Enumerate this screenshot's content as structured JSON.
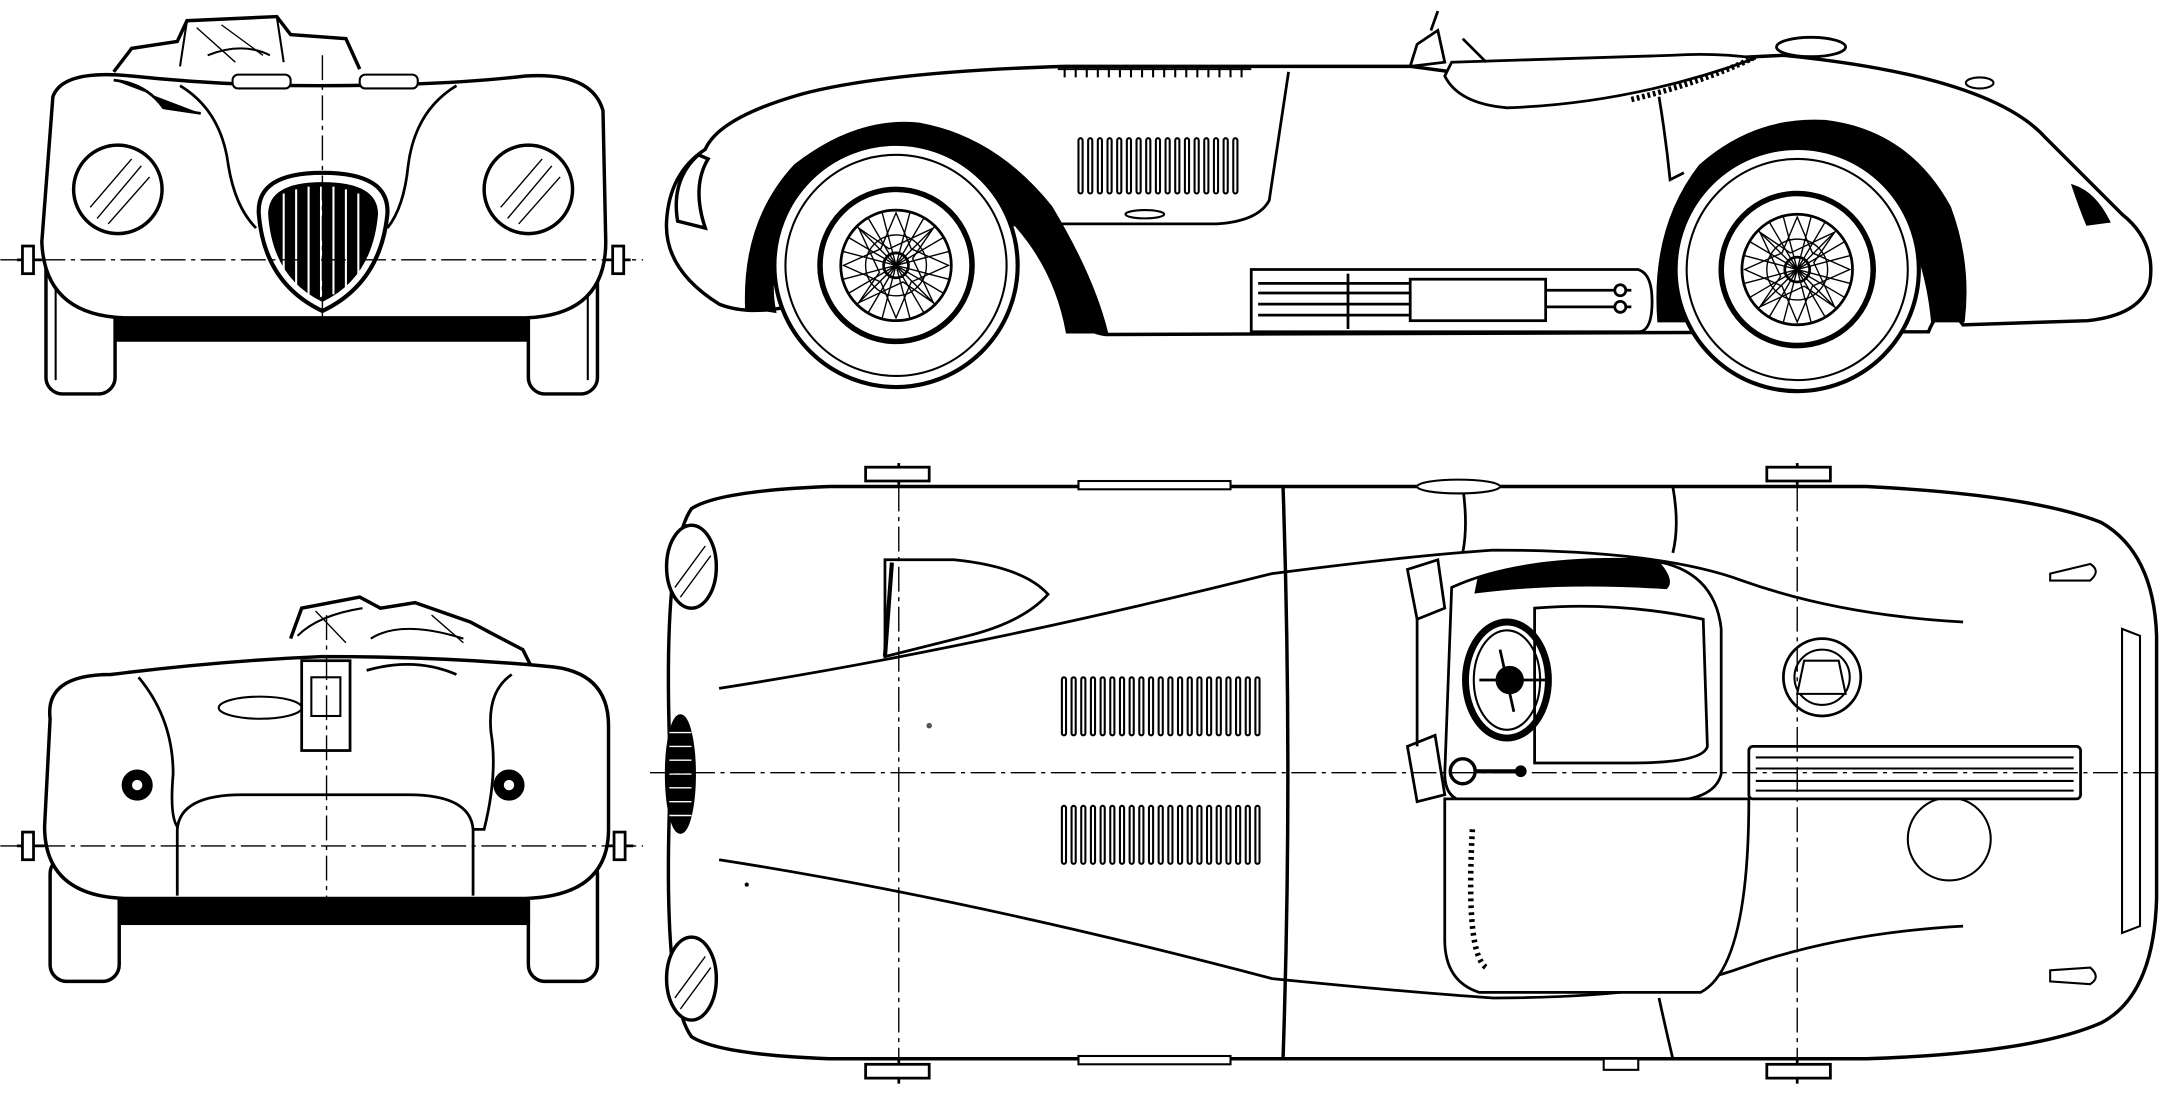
{
  "drawing": {
    "subject": "",
    "views": [
      "front",
      "side",
      "rear",
      "top"
    ],
    "line_color": "#000000",
    "background": "#ffffff"
  }
}
